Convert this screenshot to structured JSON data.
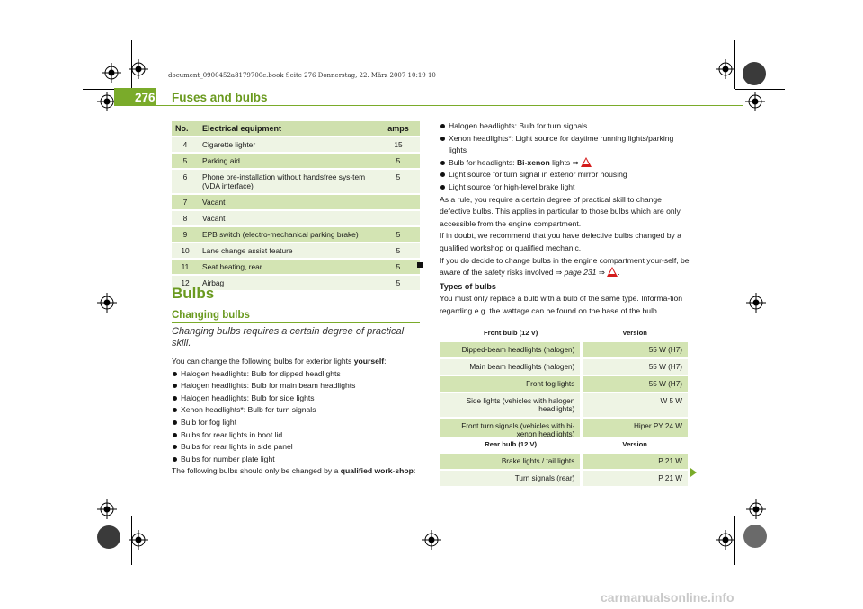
{
  "file_header": "document_0900452a8179700c.book  Seite 276  Donnerstag, 22. März 2007  10:19 10",
  "page": {
    "number": "276",
    "title": "Fuses and bulbs"
  },
  "fuse_table": {
    "headers": {
      "no": "No.",
      "equipment": "Electrical equipment",
      "amps": "amps"
    },
    "rows": [
      {
        "no": "4",
        "equipment": "Cigarette lighter",
        "amps": "15"
      },
      {
        "no": "5",
        "equipment": "Parking aid",
        "amps": "5"
      },
      {
        "no": "6",
        "equipment": "Phone pre-installation without handsfree sys-tem (VDA interface)",
        "amps": "5"
      },
      {
        "no": "7",
        "equipment": "Vacant",
        "amps": ""
      },
      {
        "no": "8",
        "equipment": "Vacant",
        "amps": ""
      },
      {
        "no": "9",
        "equipment": "EPB switch (electro-mechanical parking brake)",
        "amps": "5"
      },
      {
        "no": "10",
        "equipment": "Lane change assist feature",
        "amps": "5"
      },
      {
        "no": "11",
        "equipment": "Seat heating, rear",
        "amps": "5"
      },
      {
        "no": "12",
        "equipment": "Airbag",
        "amps": "5"
      }
    ]
  },
  "bulbs": {
    "heading": "Bulbs",
    "subheading": "Changing bulbs",
    "lead": "Changing bulbs requires a certain degree of practical skill.",
    "intro_pre": "You can change the following bulbs for exterior lights ",
    "intro_bold": "yourself",
    "intro_post": ":",
    "yourself_list": [
      "Halogen headlights: Bulb for dipped headlights",
      "Halogen headlights: Bulb for main beam headlights",
      "Halogen headlights: Bulb for side lights",
      "Xenon headlights*: Bulb for turn signals",
      "Bulb for fog light",
      "Bulbs for rear lights in boot lid",
      "Bulbs for rear lights in side panel",
      "Bulbs for number plate light"
    ],
    "workshop_pre": "The following bulbs should only be changed by a ",
    "workshop_bold": "qualified work-shop",
    "workshop_post": ":"
  },
  "right_column": {
    "list": [
      "Halogen headlights: Bulb for turn signals",
      "Xenon headlights*: Light source for daytime running lights/parking lights"
    ],
    "bixenon_pre": "Bulb for headlights: ",
    "bixenon_bold": "Bi-xenon",
    "bixenon_post": " lights ⇒",
    "list2": [
      "Light source for turn signal in exterior mirror housing",
      "Light source for high-level brake light"
    ],
    "para1": "As a rule, you require a certain degree of practical skill to change defective bulbs. This applies in particular to those bulbs which are only accessible from the engine compartment.",
    "para2": "If in doubt, we recommend that you have defective bulbs changed by a qualified workshop or qualified mechanic.",
    "para3_pre": "If you do decide to change bulbs in the engine compartment your-self, be aware of the safety risks involved ⇒ ",
    "para3_ref": "page 231",
    "para3_post": " ⇒",
    "types_heading": "Types of bulbs",
    "types_text": "You must only replace a bulb with a bulb of the same type. Informa-tion regarding e.g. the wattage can be found on the base of the bulb."
  },
  "front_table": {
    "headers": {
      "bulb": "Front bulb (12 V)",
      "version": "Version"
    },
    "rows": [
      {
        "bulb": "Dipped-beam headlights (halogen)",
        "version": "55 W (H7)"
      },
      {
        "bulb": "Main beam headlights (halogen)",
        "version": "55 W (H7)"
      },
      {
        "bulb": "Front fog lights",
        "version": "55 W (H7)"
      },
      {
        "bulb": "Side lights (vehicles with halogen headlights)",
        "version": "W 5 W"
      },
      {
        "bulb": "Front turn signals (vehicles with bi-xenon headlights)",
        "version": "Hiper PY 24 W"
      }
    ]
  },
  "rear_table": {
    "headers": {
      "bulb": "Rear bulb (12 V)",
      "version": "Version"
    },
    "rows": [
      {
        "bulb": "Brake lights / tail lights",
        "version": "P 21 W"
      },
      {
        "bulb": "Turn signals (rear)",
        "version": "P 21 W"
      }
    ]
  },
  "watermark": "carmanualsonline.info",
  "colors": {
    "accent": "#7aab2a",
    "heading": "#6a9a1f",
    "row_dark": "#d3e4b3",
    "row_light": "#eef4e4",
    "warning": "#d41b1b"
  }
}
